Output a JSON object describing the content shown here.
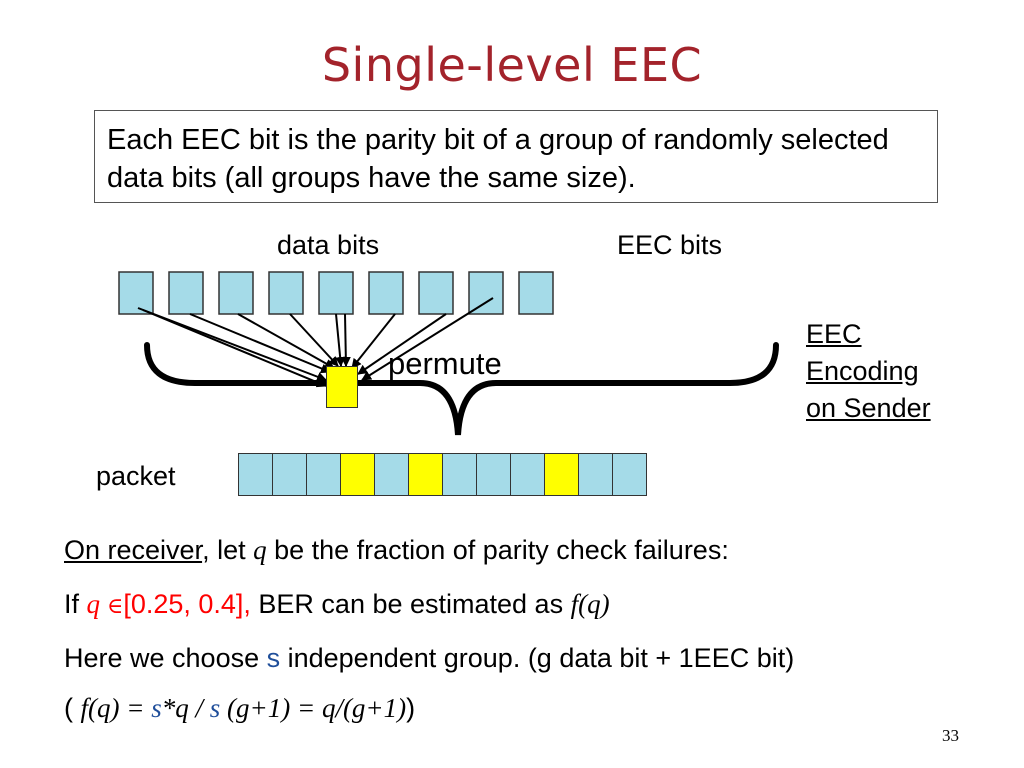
{
  "title": "Single-level EEC",
  "definition": "Each EEC bit is the parity bit of a group of randomly selected data bits (all groups have the same size).",
  "diagram": {
    "data_bits_label": "data bits",
    "eec_bits_label": "EEC bits",
    "permute_label": "permute",
    "encoding_label_lines": [
      "EEC",
      "Encoding",
      "on Sender"
    ],
    "packet_label": "packet",
    "data_bit_count": 9,
    "packet_cells": [
      "data",
      "data",
      "data",
      "eec",
      "data",
      "eec",
      "data",
      "data",
      "data",
      "eec",
      "data",
      "data"
    ],
    "colors": {
      "data_bit": "#a5dbe8",
      "eec_bit": "#ffff00",
      "brace": "#000000"
    }
  },
  "receiver": {
    "line1": {
      "underlined": "On receiver",
      "text_a": ", let ",
      "var": "q",
      "text_b": " be the fraction of parity check failures:"
    },
    "line2": {
      "text_a": "If ",
      "var": "q",
      "elem": "∈",
      "range": "[0.25, 0.4],",
      "text_b": " BER can be estimated as ",
      "func": "f(q)"
    },
    "line3": {
      "text_a": "Here we choose ",
      "var_s": "s",
      "text_b": " independent group. (g data bit + 1EEC bit)"
    },
    "line4": {
      "open": "( ",
      "f_part": "f(q) = ",
      "s1": "s",
      "mid": "*q / ",
      "s2": "s",
      "rest": " (g+1) = q/(g+1)",
      "close": ")"
    }
  },
  "page_number": "33"
}
